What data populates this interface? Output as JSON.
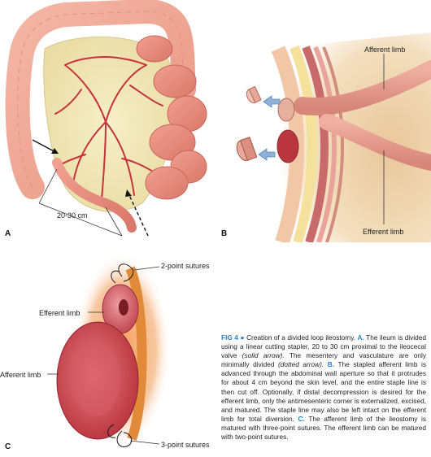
{
  "panel_a": {
    "letter": "A",
    "measure_label": "20-30 cm"
  },
  "panel_b": {
    "letter": "B",
    "afferent_label": "Afferent limb",
    "efferent_label": "Efferent limb"
  },
  "panel_c": {
    "letter": "C",
    "two_point_label": "2-point sutures",
    "efferent_label": "Efferent limb",
    "afferent_label": "Afferent limb",
    "three_point_label": "3-point sutures"
  },
  "caption": {
    "fig": "FIG 4",
    "bullet": "●",
    "intro": " Creation of a divided loop ileostomy. ",
    "a_label": "A.",
    "a_text_1": " The ileum is divided using a linear cutting stapler, 20 to 30 cm proximal to the ileocecal valve ",
    "a_italic_1": "(solid arrow).",
    "a_text_2": " The mesentery and vasculature are only minimally divided ",
    "a_italic_2": "(dotted arrow).",
    "b_label": "B.",
    "b_text": " The stapled afferent limb is advanced through the abdominal wall aperture so that it protrudes for about 4 cm beyond the skin level, and the entire staple line is then cut off. Optionally, if distal decompression is desired for the efferent limb, only the antimesenteric corner is externalized, excised, and matured. The staple line may also be left intact on the efferent limb for total diversion. ",
    "c_label": "C.",
    "c_text": " The afferent limb of the ileostomy is matured with three-point sutures. The efferent limb can be matured with two-point sutures."
  }
}
